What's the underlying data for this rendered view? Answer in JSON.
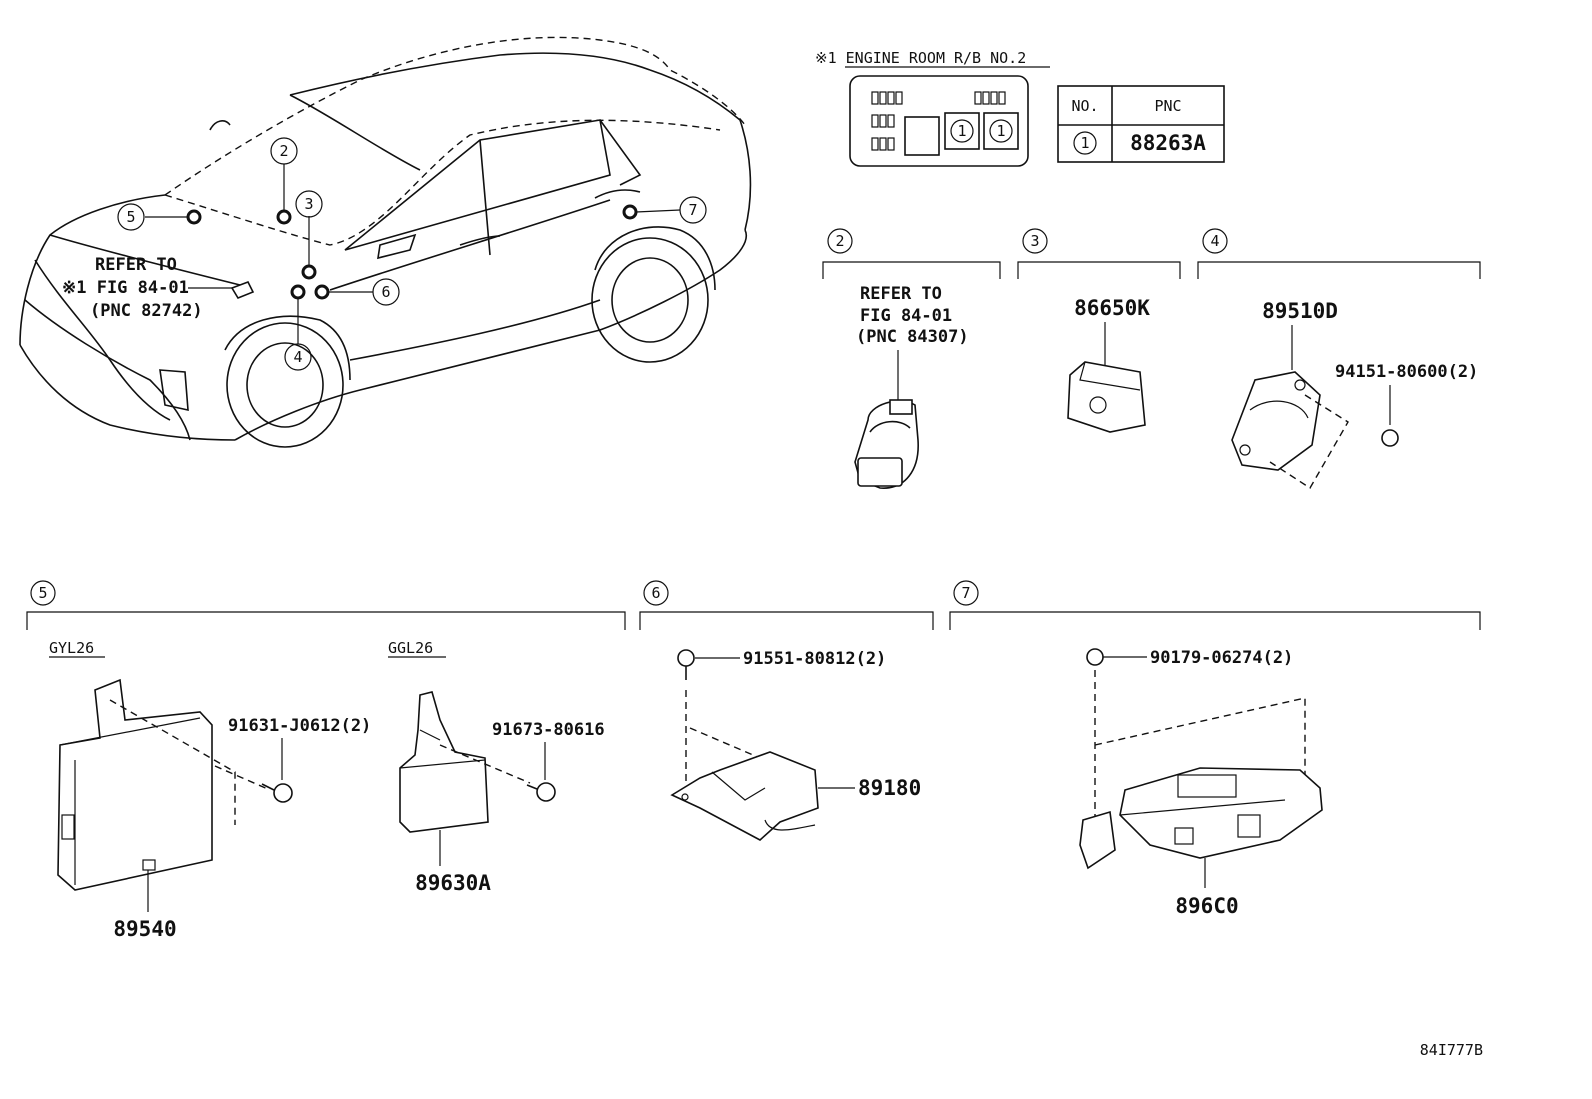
{
  "header": {
    "relay_box_title": "※1 ENGINE ROOM R/B NO.2",
    "table_col_no": "NO.",
    "table_col_pnc": "PNC",
    "table_row_no": "1",
    "table_row_pnc": "88263A",
    "relay_slot_label": "1"
  },
  "vehicle": {
    "callouts": [
      "2",
      "3",
      "4",
      "5",
      "6",
      "7"
    ],
    "refer_line1": "REFER TO",
    "refer_line2": "※1 FIG 84-01",
    "refer_line3": "(PNC 82742)"
  },
  "sections": {
    "s2": {
      "num": "2",
      "refer_line1": "REFER TO",
      "refer_line2": "FIG 84-01",
      "refer_line3": "(PNC 84307)"
    },
    "s3": {
      "num": "3",
      "part": "86650K"
    },
    "s4": {
      "num": "4",
      "part": "89510D",
      "fastener": "94151-80600(2)"
    },
    "s5": {
      "num": "5",
      "variant_a": "GYL26",
      "variant_b": "GGL26",
      "part_a": "89540",
      "fastener_a": "91631-J0612(2)",
      "part_b": "89630A",
      "fastener_b": "91673-80616"
    },
    "s6": {
      "num": "6",
      "part": "89180",
      "fastener": "91551-80812(2)"
    },
    "s7": {
      "num": "7",
      "part": "896C0",
      "fastener": "90179-06274(2)"
    }
  },
  "footer": {
    "figure_code": "84I777B"
  }
}
